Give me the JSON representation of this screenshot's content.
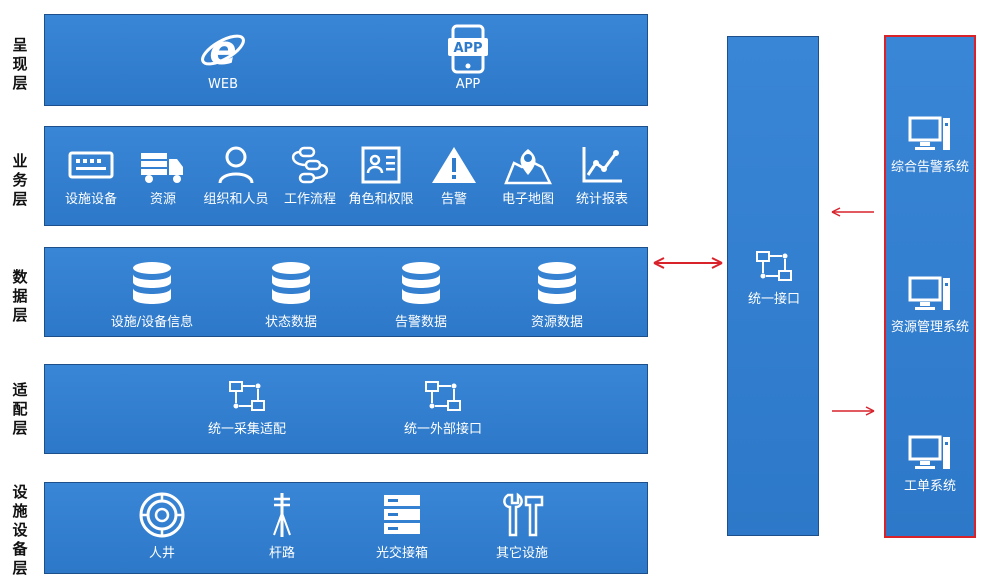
{
  "layers": [
    {
      "label": [
        "呈",
        "现",
        "层"
      ],
      "items": [
        "WEB",
        "APP"
      ]
    },
    {
      "label": [
        "业",
        "务",
        "层"
      ],
      "items": [
        "设施设备",
        "资源",
        "组织和人员",
        "工作流程",
        "角色和权限",
        "告警",
        "电子地图",
        "统计报表"
      ]
    },
    {
      "label": [
        "数",
        "据",
        "层"
      ],
      "items": [
        "设施/设备信息",
        "状态数据",
        "告警数据",
        "资源数据"
      ]
    },
    {
      "label": [
        "适",
        "配",
        "层"
      ],
      "items": [
        "统一采集适配",
        "统一外部接口"
      ]
    },
    {
      "label": [
        "设",
        "施",
        "设",
        "备",
        "层"
      ],
      "items": [
        "人井",
        "杆路",
        "光交接箱",
        "其它设施"
      ]
    }
  ],
  "app_icon_text": "APP",
  "interface": {
    "label": "统一接口"
  },
  "external_systems": [
    "综合告警系统",
    "资源管理系统",
    "工单系统"
  ],
  "colors": {
    "panel": "#2f7bcb",
    "border": "#1d4f8a",
    "highlight": "#d9232b",
    "arrow": "#d9232b"
  }
}
